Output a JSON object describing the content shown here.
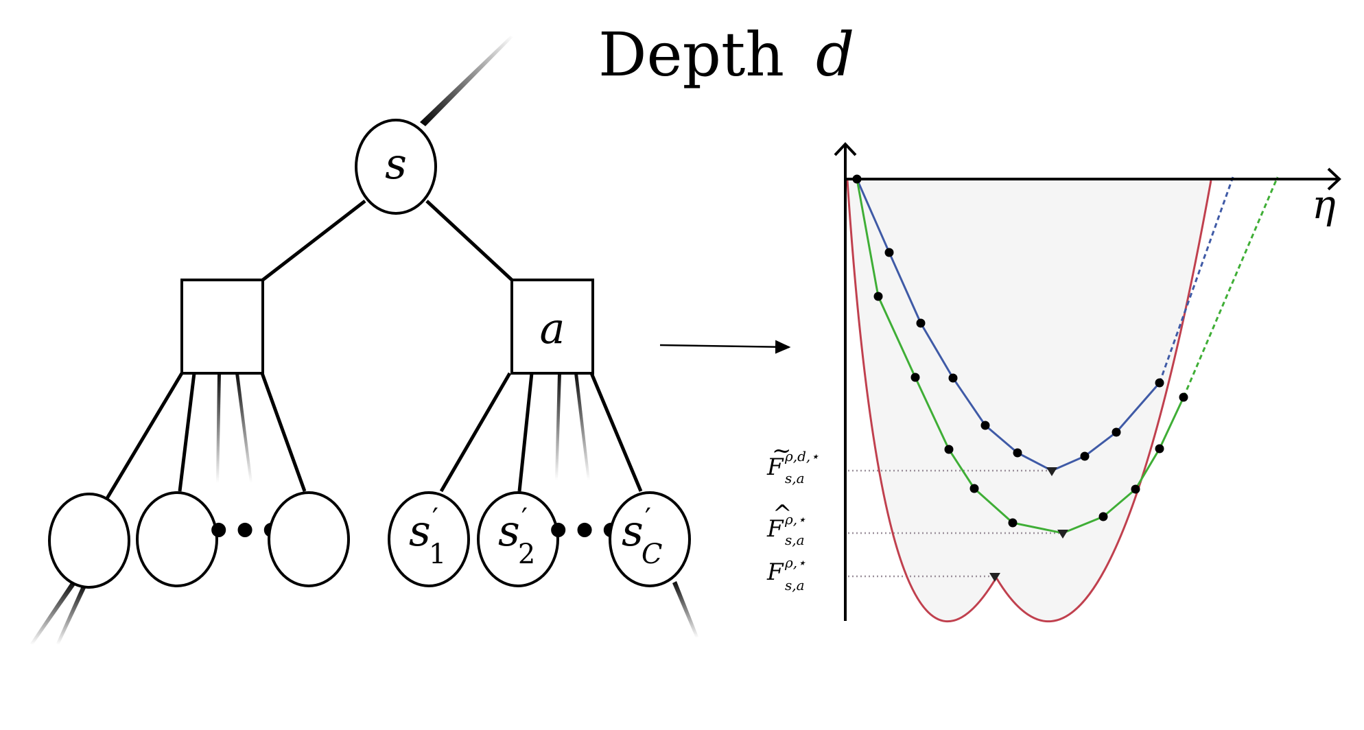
{
  "title": {
    "text": "Depth",
    "var": "d"
  },
  "tree": {
    "root": "s",
    "action": "a",
    "children": [
      {
        "base": "s",
        "prime": "′",
        "sub": "1",
        "sub_italic": false
      },
      {
        "base": "s",
        "prime": "′",
        "sub": "2",
        "sub_italic": false
      },
      {
        "base": "s",
        "prime": "′",
        "sub": "C",
        "sub_italic": true
      }
    ],
    "ellipsis": "•••"
  },
  "plot": {
    "x_axis_label": "η",
    "levels": [
      {
        "name": "F-tilde",
        "base": "F",
        "accent": "~",
        "sup": "ρ,d,⋆",
        "sub": "s,a"
      },
      {
        "name": "F-hat",
        "base": "F",
        "accent": "^",
        "sup": "ρ,⋆",
        "sub": "s,a"
      },
      {
        "name": "F",
        "base": "F",
        "accent": "",
        "sup": "ρ,⋆",
        "sub": "s,a"
      }
    ],
    "colors": {
      "red": "#c0404e",
      "blue": "#3f5aa6",
      "green": "#3fae36",
      "shade": "#f5f5f5",
      "dotted": "#9a8f9a"
    }
  }
}
